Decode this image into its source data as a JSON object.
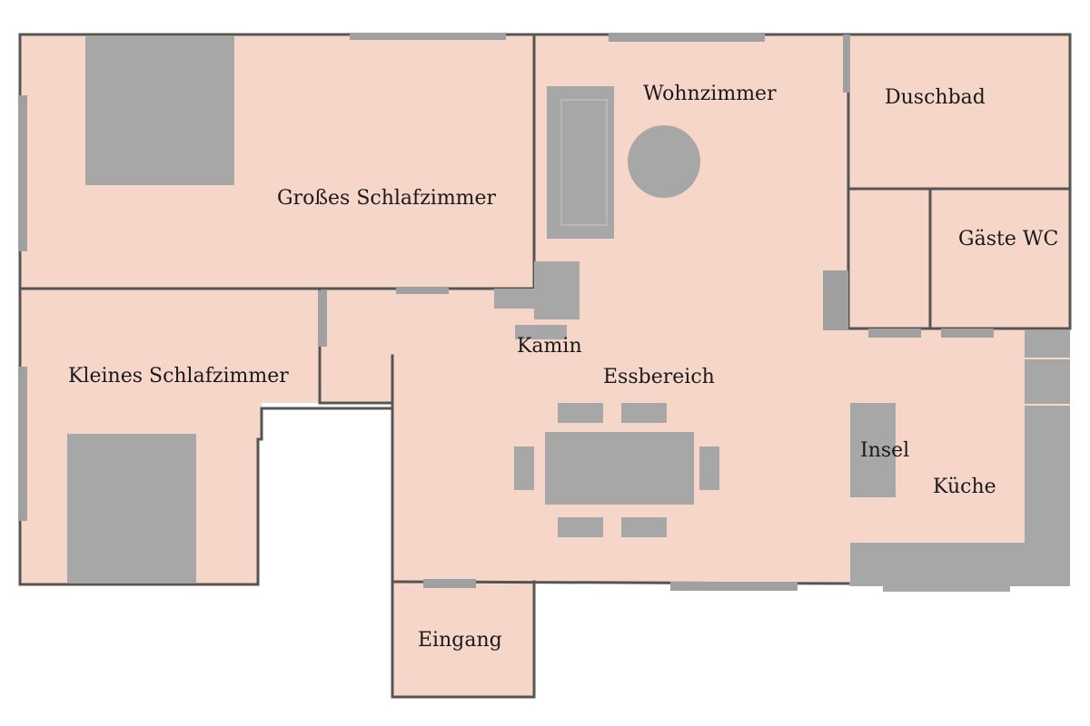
{
  "colors": {
    "floor": "#f7d6ca",
    "wall": "#555555",
    "furniture": "#a7a7a7",
    "window": "#a0a0a0",
    "background": "#ffffff"
  },
  "rooms": {
    "master_bedroom": "Großes Schlafzimmer",
    "living_room": "Wohnzimmer",
    "shower_bath": "Duschbad",
    "guest_wc": "Gäste WC",
    "small_bedroom": "Kleines Schlafzimmer",
    "fireplace": "Kamin",
    "dining_area": "Essbereich",
    "kitchen_island": "Insel",
    "kitchen": "Küche",
    "entrance": "Eingang"
  }
}
